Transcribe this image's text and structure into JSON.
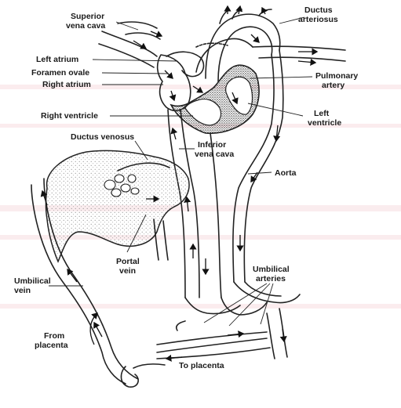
{
  "diagram": {
    "labels": {
      "superior_vena_cava_1": "Superior",
      "superior_vena_cava_2": "vena cava",
      "ductus_arteriosus_1": "Ductus",
      "ductus_arteriosus_2": "arteriosus",
      "left_atrium": "Left atrium",
      "foramen_ovale": "Foramen ovale",
      "right_atrium": "Right atrium",
      "pulmonary_artery_1": "Pulmonary",
      "pulmonary_artery_2": "artery",
      "right_ventricle": "Right ventricle",
      "left_ventricle_1": "Left",
      "left_ventricle_2": "ventricle",
      "ductus_venosus": "Ductus venosus",
      "inferior_vena_cava_1": "Inferior",
      "inferior_vena_cava_2": "vena cava",
      "aorta": "Aorta",
      "portal_vein_1": "Portal",
      "portal_vein_2": "vein",
      "umbilical_arteries_1": "Umbilical",
      "umbilical_arteries_2": "arteries",
      "umbilical_vein_1": "Umbilical",
      "umbilical_vein_2": "vein",
      "from_placenta_1": "From",
      "from_placenta_2": "placenta",
      "to_placenta": "To placenta"
    },
    "colors": {
      "background": "#ffffff",
      "ink": "#222222",
      "stipple": "#9a9a9a",
      "pink_band": "#f3c9cf"
    }
  }
}
